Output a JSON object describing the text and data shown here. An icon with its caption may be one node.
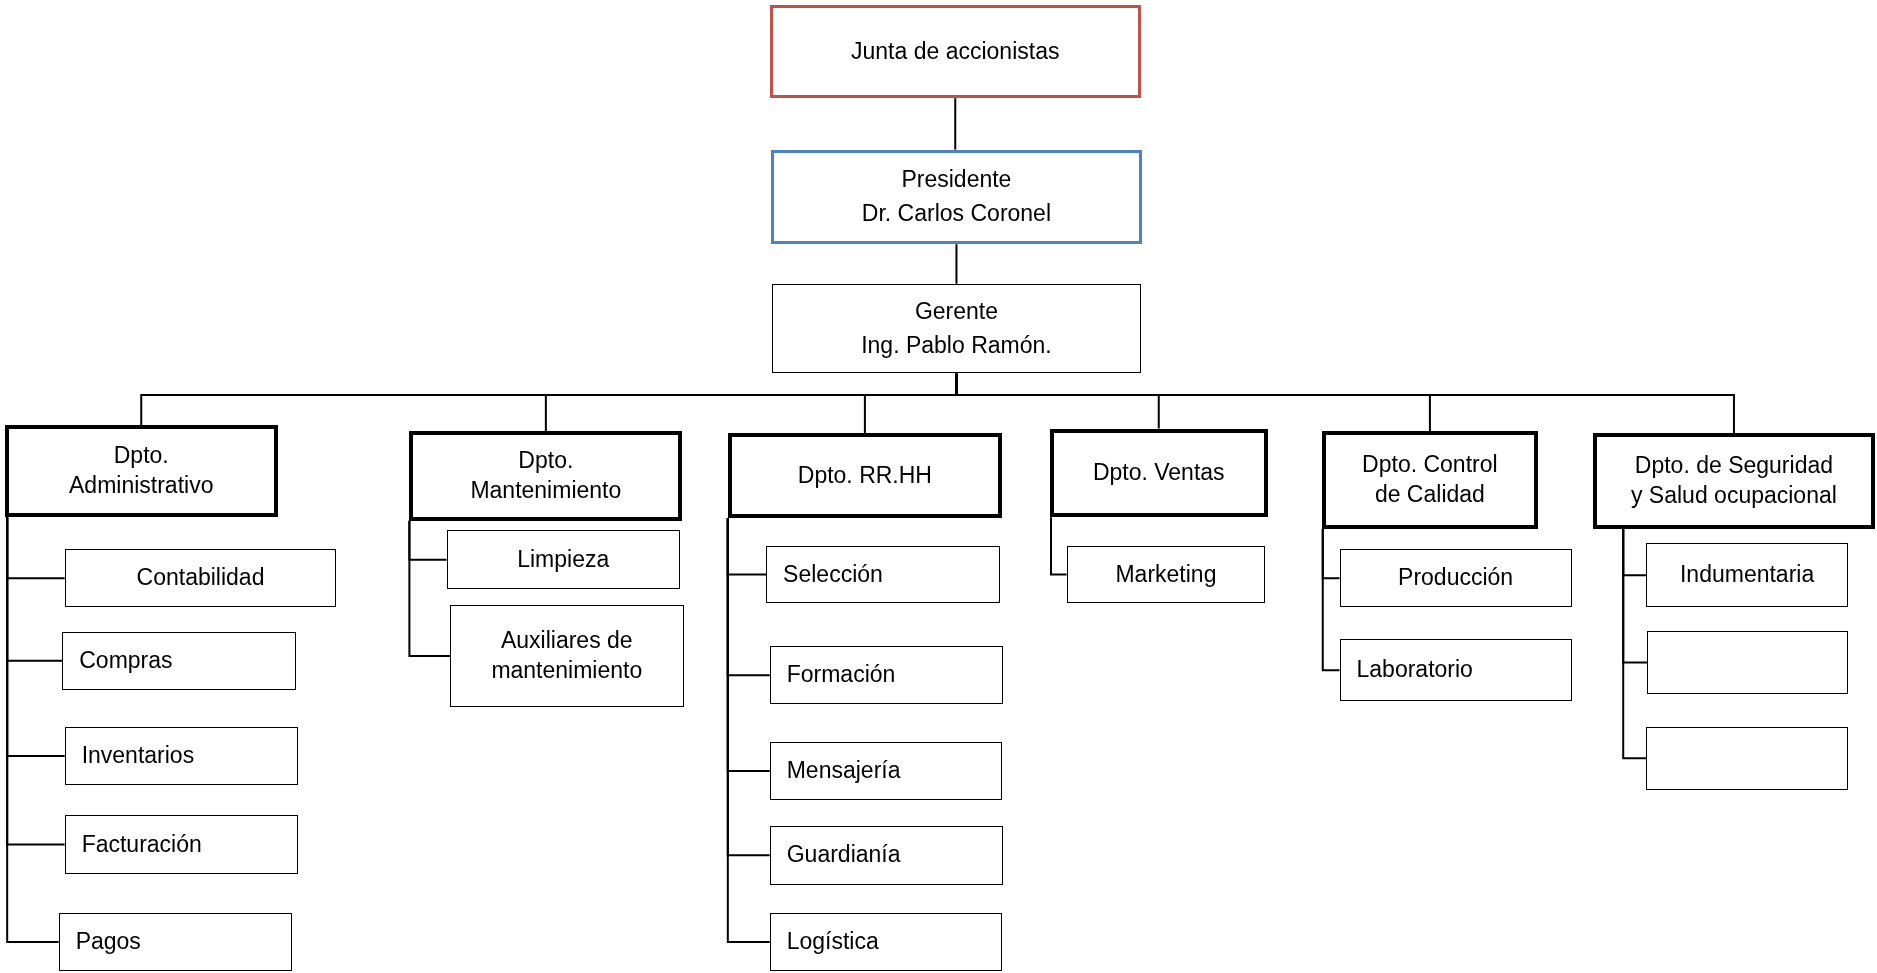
{
  "diagram": {
    "nodes": [
      {
        "text": [
          "Junta de accionistas"
        ]
      },
      {
        "text": [
          "Presidente",
          "Dr. Carlos Coronel"
        ]
      },
      {
        "text": [
          "Gerente",
          "Ing. Pablo Ramón."
        ]
      },
      {
        "text": [
          "Dpto. Administrativo"
        ]
      },
      {
        "text": [
          "Dpto. Mantenimiento"
        ]
      },
      {
        "text": [
          "Dpto. RR.HH"
        ]
      },
      {
        "text": [
          "Dpto. Ventas"
        ]
      },
      {
        "text": [
          "Dpto. Control de Calidad"
        ]
      },
      {
        "text": [
          "Dpto. de Seguridad y Salud ocupacional"
        ]
      },
      {
        "text": [
          "Contabilidad"
        ]
      },
      {
        "text": [
          "Compras"
        ]
      },
      {
        "text": [
          "Inventarios"
        ]
      },
      {
        "text": [
          "Facturación"
        ]
      },
      {
        "text": [
          "Pagos"
        ]
      },
      {
        "text": [
          "Limpieza"
        ]
      },
      {
        "text": [
          "Auxiliares de mantenimiento"
        ]
      },
      {
        "text": [
          "Selección"
        ]
      },
      {
        "text": [
          "Formación"
        ]
      },
      {
        "text": [
          "Mensajería"
        ]
      },
      {
        "text": [
          "Guardianía"
        ]
      },
      {
        "text": [
          "Logística"
        ]
      },
      {
        "text": [
          "Marketing"
        ]
      },
      {
        "text": [
          "Producción"
        ]
      },
      {
        "text": [
          "Laboratorio"
        ]
      },
      {
        "text": [
          "Indumentaria"
        ]
      },
      {
        "text": [],
        "shape": "box"
      },
      {
        "text": [],
        "shape": "box"
      }
    ],
    "edges": [
      {
        "from": 0,
        "to": 1,
        "arrow": "none"
      },
      {
        "from": 1,
        "to": 2,
        "arrow": "none"
      },
      {
        "from": 2,
        "to": 3,
        "arrow": "none"
      },
      {
        "from": 2,
        "to": 4,
        "arrow": "none"
      },
      {
        "from": 2,
        "to": 5,
        "arrow": "none"
      },
      {
        "from": 2,
        "to": 6,
        "arrow": "none"
      },
      {
        "from": 2,
        "to": 7,
        "arrow": "none"
      },
      {
        "from": 2,
        "to": 8,
        "arrow": "none"
      },
      {
        "from": 3,
        "to": 9,
        "arrow": "none"
      },
      {
        "from": 3,
        "to": 10,
        "arrow": "none"
      },
      {
        "from": 3,
        "to": 11,
        "arrow": "none"
      },
      {
        "from": 3,
        "to": 12,
        "arrow": "none"
      },
      {
        "from": 3,
        "to": 13,
        "arrow": "none"
      },
      {
        "from": 4,
        "to": 14,
        "arrow": "none"
      },
      {
        "from": 4,
        "to": 15,
        "arrow": "none"
      },
      {
        "from": 5,
        "to": 16,
        "arrow": "none"
      },
      {
        "from": 5,
        "to": 17,
        "arrow": "none"
      },
      {
        "from": 5,
        "to": 18,
        "arrow": "none"
      },
      {
        "from": 5,
        "to": 19,
        "arrow": "none"
      },
      {
        "from": 5,
        "to": 20,
        "arrow": "none"
      },
      {
        "from": 6,
        "to": 21,
        "arrow": "none"
      },
      {
        "from": 7,
        "to": 22,
        "arrow": "none"
      },
      {
        "from": 7,
        "to": 23,
        "arrow": "none"
      },
      {
        "from": 8,
        "to": 24,
        "arrow": "none"
      },
      {
        "from": 8,
        "to": 25,
        "arrow": "none"
      },
      {
        "from": 8,
        "to": 26,
        "arrow": "none"
      }
    ]
  }
}
